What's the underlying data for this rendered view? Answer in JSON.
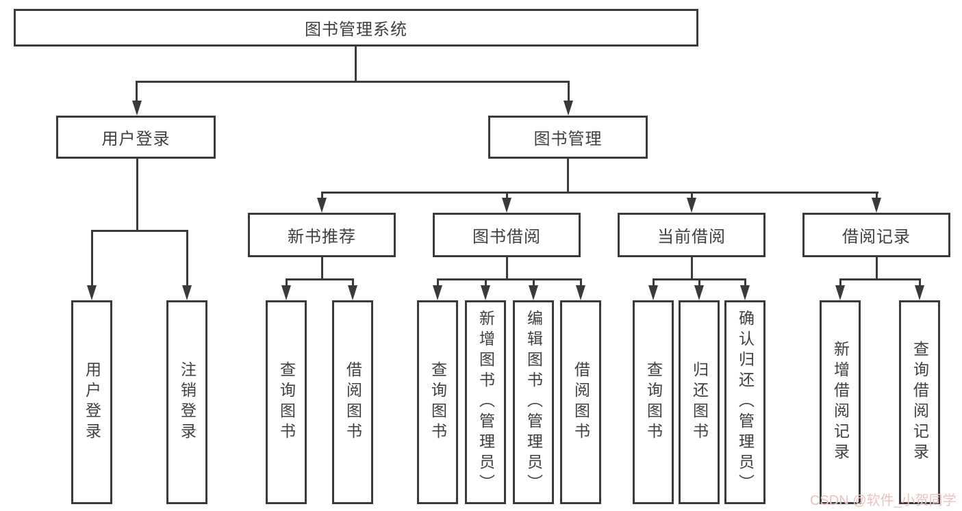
{
  "colors": {
    "line": "#3a3a3a",
    "node_border": "#3a3a3a",
    "node_text": "#3f3f3f",
    "background": "#ffffff",
    "watermark": "#e9c2bf"
  },
  "tree": {
    "label": "图书管理系统",
    "children": [
      {
        "label": "用户登录",
        "children": [
          {
            "label": "用户登录"
          },
          {
            "label": "注销登录"
          }
        ]
      },
      {
        "label": "图书管理",
        "children": [
          {
            "label": "新书推荐",
            "children": [
              {
                "label": "查询图书"
              },
              {
                "label": "借阅图书"
              }
            ]
          },
          {
            "label": "图书借阅",
            "children": [
              {
                "label": "查询图书"
              },
              {
                "label": "新增图书（管理员）"
              },
              {
                "label": "编辑图书（管理员）"
              },
              {
                "label": "借阅图书"
              }
            ]
          },
          {
            "label": "当前借阅",
            "children": [
              {
                "label": "查询图书"
              },
              {
                "label": "归还图书"
              },
              {
                "label": "确认归还（管理员）"
              }
            ]
          },
          {
            "label": "借阅记录",
            "children": [
              {
                "label": "新增借阅记录"
              },
              {
                "label": "查询借阅记录"
              }
            ]
          }
        ]
      }
    ]
  },
  "watermark": {
    "text": "CSDN @软件_小贺同学"
  }
}
